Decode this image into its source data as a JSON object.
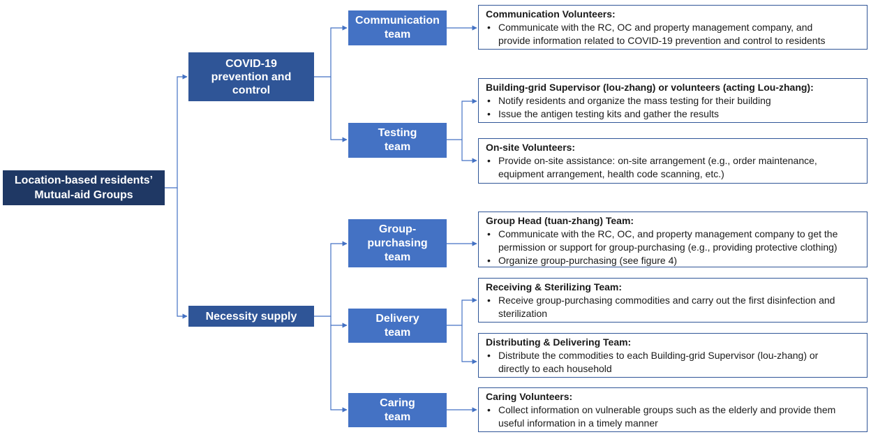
{
  "root": {
    "lines": [
      "Location-based residents’",
      "Mutual-aid Groups"
    ]
  },
  "categories": [
    {
      "id": "covid",
      "lines": [
        "COVID-19",
        "prevention and",
        "control"
      ],
      "teams": [
        {
          "id": "communication",
          "lines": [
            "Communication",
            "team"
          ],
          "roles": [
            {
              "title": "Communication Volunteers:",
              "bullets": [
                [
                  "Communicate with the RC, OC and property management company, and",
                  "provide information related to COVID-19 prevention and control to residents"
                ]
              ]
            }
          ]
        },
        {
          "id": "testing",
          "lines": [
            "Testing",
            "team"
          ],
          "roles": [
            {
              "title": "Building-grid Supervisor (lou-zhang) or volunteers (acting Lou-zhang):",
              "bullets": [
                [
                  "Notify residents and organize the mass testing for their building"
                ],
                [
                  "Issue the antigen testing kits and gather the results"
                ]
              ]
            },
            {
              "title": "On-site Volunteers:",
              "bullets": [
                [
                  "Provide on-site assistance: on-site arrangement  (e.g., order maintenance,",
                  "equipment arrangement, health code scanning, etc.)"
                ]
              ]
            }
          ]
        }
      ]
    },
    {
      "id": "necessity",
      "lines": [
        "Necessity supply"
      ],
      "teams": [
        {
          "id": "group-purchasing",
          "lines": [
            "Group-",
            "purchasing",
            "team"
          ],
          "roles": [
            {
              "title": "Group Head (tuan-zhang) Team:",
              "bullets": [
                [
                  "Communicate with the RC, OC, and property management company to get the",
                  "permission or support for group-purchasing (e.g., providing protective clothing)"
                ],
                [
                  "Organize group-purchasing (see figure 4)"
                ]
              ]
            }
          ]
        },
        {
          "id": "delivery",
          "lines": [
            "Delivery",
            "team"
          ],
          "roles": [
            {
              "title": "Receiving & Sterilizing Team:",
              "bullets": [
                [
                  "Receive group-purchasing commodities and carry out the first disinfection and",
                  "sterilization"
                ]
              ]
            },
            {
              "title": "Distributing & Delivering Team:",
              "bullets": [
                [
                  "Distribute the commodities to each Building-grid Supervisor (lou-zhang) or",
                  "directly to each household"
                ]
              ]
            }
          ]
        },
        {
          "id": "caring",
          "lines": [
            "Caring",
            "team"
          ],
          "roles": [
            {
              "title": "Caring Volunteers:",
              "bullets": [
                [
                  "Collect information on vulnerable groups such as the elderly and provide them",
                  "useful information in a timely manner"
                ]
              ]
            }
          ]
        }
      ]
    }
  ],
  "colors": {
    "root": "#1f3864",
    "category": "#2f5597",
    "team": "#4472c4",
    "connector": "#4472c4",
    "border": "#2f5597"
  }
}
